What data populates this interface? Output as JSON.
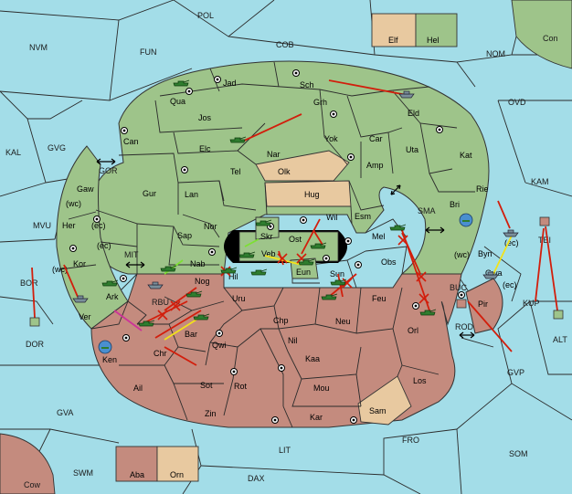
{
  "colors": {
    "sea": "#a3dde8",
    "green_power": "#9ec48a",
    "red_power": "#c48b7e",
    "neutral_land": "#e8c9a0",
    "order_move": "#d21e0c",
    "order_support": "#f2e21a",
    "order_convoy": "#7de033"
  },
  "legend": {
    "top": [
      {
        "label": "Elf",
        "color": "#e8c9a0"
      },
      {
        "label": "Hel",
        "color": "#9ec48a"
      }
    ],
    "bottom": [
      {
        "label": "Aba",
        "color": "#c48b7e"
      },
      {
        "label": "Orn",
        "color": "#e8c9a0"
      }
    ]
  },
  "seas": [
    "POL",
    "NVM",
    "FUN",
    "COB",
    "NOM",
    "Con",
    "OVD",
    "KAL",
    "GVG",
    "GOR",
    "KAM",
    "MVU",
    "MIT",
    "SMA",
    "BOR",
    "DOR",
    "RBU",
    "BUC",
    "ROD",
    "KUP",
    "TEI",
    "ALT",
    "GVP",
    "GVA",
    "FRO",
    "SOM",
    "LIT",
    "SWM",
    "DAX",
    "Cow"
  ],
  "provinces": [
    "Jad",
    "Sch",
    "Qua",
    "Jos",
    "Grh",
    "Eld",
    "Can",
    "Elc",
    "Nar",
    "Yok",
    "Car",
    "Uta",
    "Kat",
    "Gur",
    "Tel",
    "Olk",
    "Amp",
    "Hug",
    "Lan",
    "Rie",
    "Bri",
    "Gaw",
    "Nor",
    "Skr",
    "Wil",
    "Esm",
    "Her",
    "Sap",
    "Ost",
    "Mel",
    "Veb",
    "Byn",
    "Gwa",
    "Kor",
    "Nab",
    "Eun",
    "Sun",
    "Obs",
    "Hil",
    "Pir",
    "Ark",
    "Nog",
    "Uru",
    "Feu",
    "Ver",
    "Chp",
    "Neu",
    "Orl",
    "Bar",
    "Qwi",
    "Nil",
    "Ken",
    "Chr",
    "Kaa",
    "Los",
    "Ail",
    "Sot",
    "Rot",
    "Mou",
    "Sam",
    "Zin",
    "Kar"
  ],
  "coast_tags": [
    "(wc)",
    "(ec)",
    "(ec)",
    "(wc)",
    "(wc)",
    "(ec)",
    "(ec)"
  ],
  "symbols": [
    "double-arrow-icon",
    "supply-center-icon",
    "army-icon",
    "fleet-icon",
    "failed-order-icon",
    "order-arrow-icon"
  ]
}
